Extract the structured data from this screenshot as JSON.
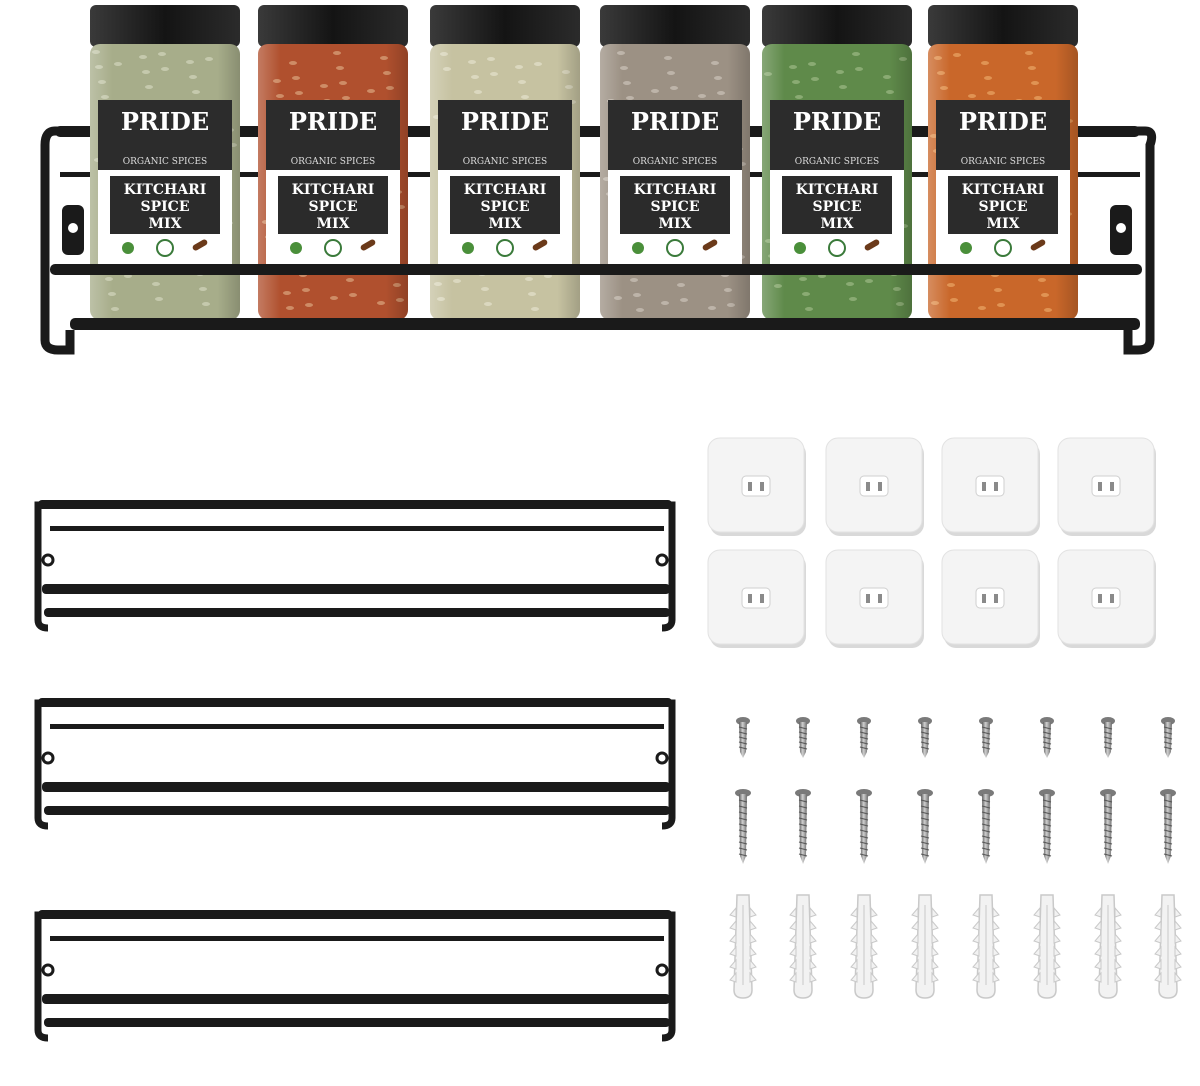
{
  "label": {
    "brand": "PRIDE",
    "tagline": "ORGANIC SPICES",
    "name_line1": "KITCHARI",
    "name_line2": "SPICE",
    "name_line3": "MIX"
  },
  "jars": [
    {
      "fill": "#a7ad8a",
      "fleck": "#d8dcc4"
    },
    {
      "fill": "#b0502e",
      "fleck": "#e2b48c"
    },
    {
      "fill": "#c6c2a1",
      "fleck": "#e9e6d3"
    },
    {
      "fill": "#9c9184",
      "fleck": "#d4ccc1"
    },
    {
      "fill": "#5f8a4a",
      "fleck": "#a7c28f"
    },
    {
      "fill": "#c9672a",
      "fleck": "#f0b070"
    }
  ],
  "counts": {
    "extra_racks": 3,
    "adhesive_hooks": 8,
    "short_screws": 8,
    "long_screws": 8,
    "wall_anchors": 8
  },
  "colors": {
    "rack": "#1a1a1a",
    "lid": "#1c1c1c",
    "hook": "#f4f4f4",
    "screw": "#8e8e8e",
    "anchor": "#f2f2f2"
  }
}
